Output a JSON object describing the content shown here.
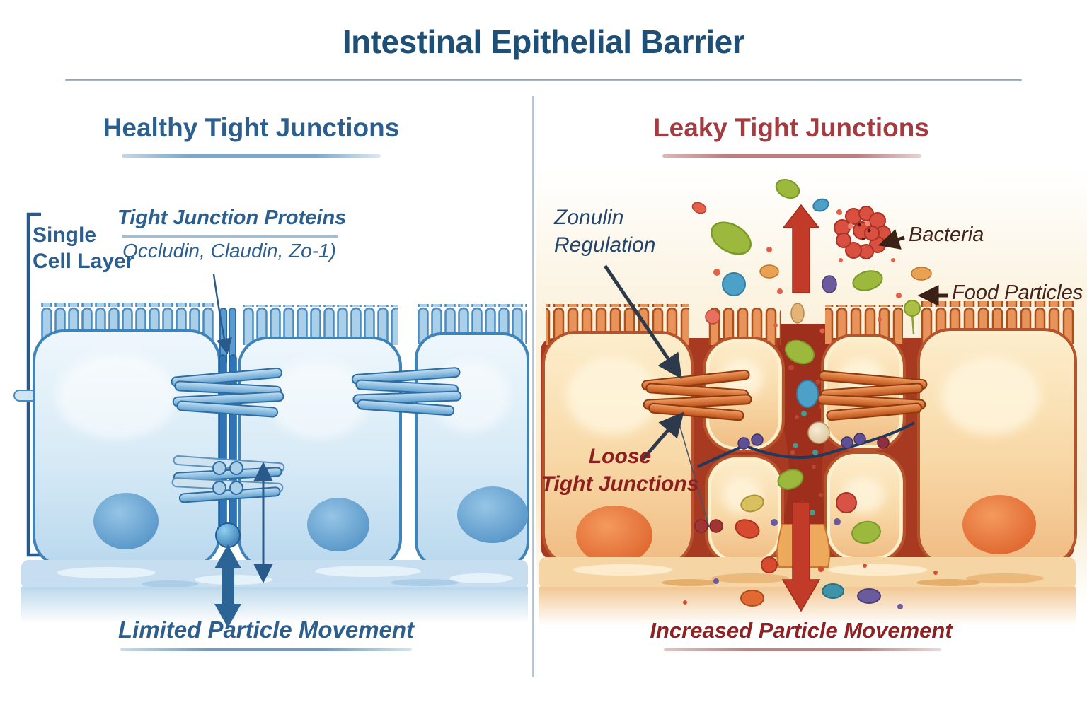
{
  "title": "Intestinal Epithelial Barrier",
  "left_panel": {
    "header": "Healthy Tight Junctions",
    "single_cell_layer_line1": "Single",
    "single_cell_layer_line2": "Cell Layer",
    "tight_junction_proteins": "Tight Junction Proteins",
    "tight_junction_proteins_sub": "Occludin, Claudin, Zo-1)",
    "bottom_label": "Limited Particle Movement"
  },
  "right_panel": {
    "header": "Leaky Tight Junctions",
    "zonulin_line1": "Zonulin",
    "zonulin_line2": "Regulation",
    "bacteria_label": "Bacteria",
    "food_particles_label": "Food Particles",
    "loose_line1": "Loose",
    "loose_line2": "Tight Junctions",
    "bottom_label": "Increased Particle Movement"
  },
  "icons": {
    "bacteria_icon": "red-microbe-cluster",
    "food_particle_icon": "green-ball-on-stem",
    "limited_movement_icon": "blue-double-headed-arrow",
    "increased_movement_icons": "red-up-arrow-and-red-down-arrow",
    "tight_junction_icon": "stacked-protein-bars",
    "cell_icon": "columnar-epithelial-cell-with-microvilli"
  },
  "colors": {
    "title_blue": "#1d4f77",
    "healthy_blue": "#2d5f8e",
    "leaky_red": "#a33b40",
    "loose_label_red": "#8e1f1f",
    "annotation_navy": "#23456b",
    "annotation_brown": "#45231a",
    "arrow_blue": "#2d6496",
    "arrow_red": "#c23b28",
    "healthy_cell_outline": "#3e84ba",
    "leaky_cell_outline": "#b5542c",
    "channel_red": "#9e2f1d"
  }
}
